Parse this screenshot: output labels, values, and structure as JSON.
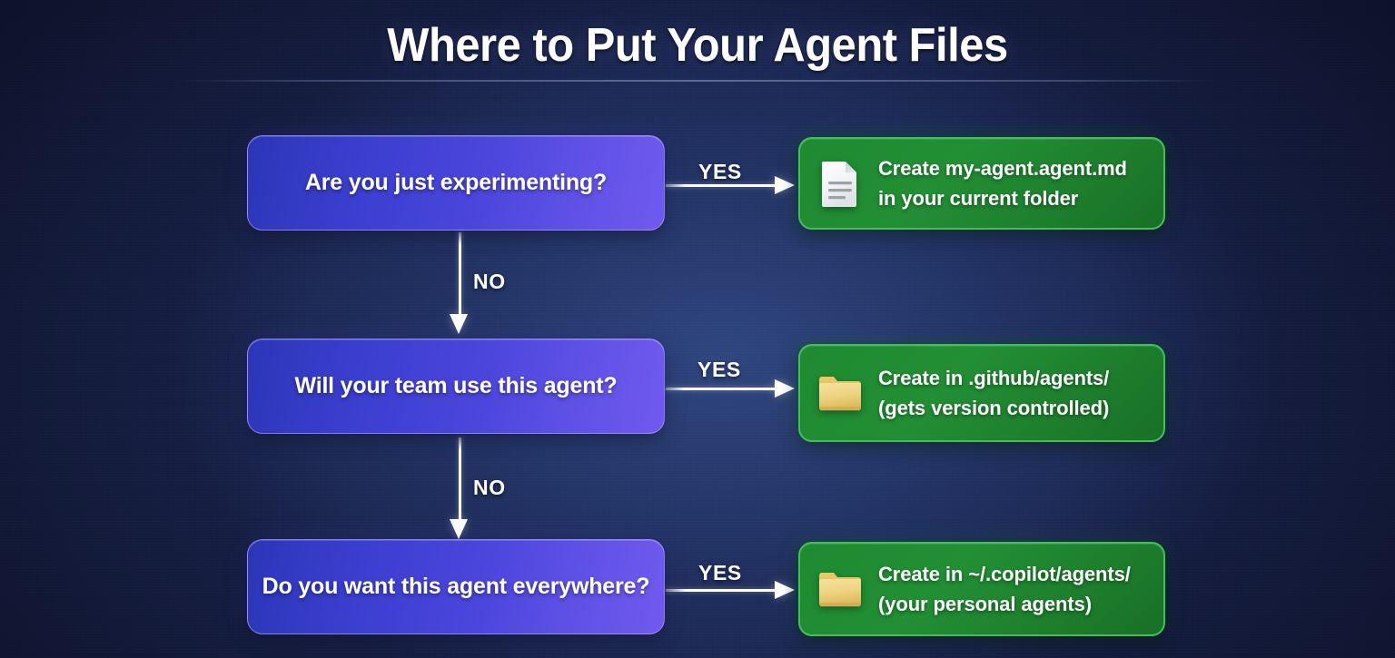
{
  "page": {
    "title": "Where to Put Your Agent Files",
    "background_color": "#141b3d",
    "accent_blue": "#4b45dc",
    "accent_green": "#1e8a31",
    "arrow_color": "#ffffff"
  },
  "flow": {
    "decisions": [
      {
        "label": "Are you just experimenting?",
        "branch_yes": "YES",
        "branch_no": "NO"
      },
      {
        "label": "Will your team use this agent?",
        "branch_yes": "YES",
        "branch_no": "NO"
      },
      {
        "label": "Do you want this agent everywhere?",
        "branch_yes": "YES",
        "branch_no": ""
      }
    ],
    "outcomes": [
      {
        "icon": "document-icon",
        "line1": "Create my-agent.agent.md",
        "line2": "in your current folder"
      },
      {
        "icon": "folder-icon",
        "line1": "Create in .github/agents/",
        "line2": "(gets version controlled)"
      },
      {
        "icon": "folder-icon",
        "line1": "Create in ~/.copilot/agents/",
        "line2": "(your personal agents)"
      }
    ]
  }
}
